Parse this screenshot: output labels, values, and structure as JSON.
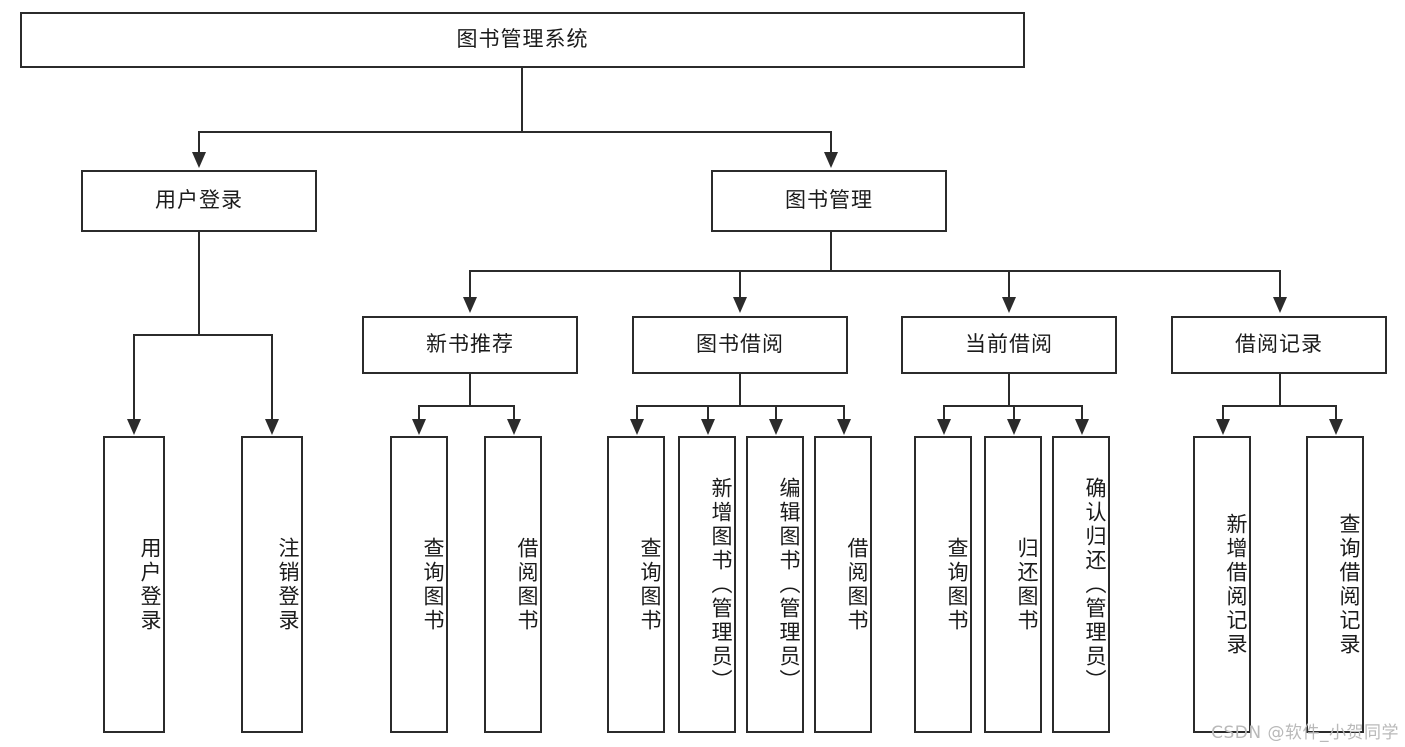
{
  "diagram": {
    "title_node": {
      "label": "图书管理系统"
    },
    "level2": [
      {
        "id": "user-login",
        "label": "用户登录"
      },
      {
        "id": "book-management",
        "label": "图书管理"
      }
    ],
    "level3": [
      {
        "id": "new-book-recommend",
        "label": "新书推荐"
      },
      {
        "id": "book-borrow",
        "label": "图书借阅"
      },
      {
        "id": "current-borrow",
        "label": "当前借阅"
      },
      {
        "id": "borrow-record",
        "label": "借阅记录"
      }
    ],
    "leaves": [
      {
        "id": "leaf-user-login",
        "label": "用户登录"
      },
      {
        "id": "leaf-logout-login",
        "label": "注销登录"
      },
      {
        "id": "leaf-query-book-1",
        "label": "查询图书"
      },
      {
        "id": "leaf-borrow-book-1",
        "label": "借阅图书"
      },
      {
        "id": "leaf-query-book-2",
        "label": "查询图书"
      },
      {
        "id": "leaf-add-book",
        "label": "新增图书（管理员）"
      },
      {
        "id": "leaf-edit-book",
        "label": "编辑图书（管理员）"
      },
      {
        "id": "leaf-borrow-book-2",
        "label": "借阅图书"
      },
      {
        "id": "leaf-query-book-3",
        "label": "查询图书"
      },
      {
        "id": "leaf-return-book",
        "label": "归还图书"
      },
      {
        "id": "leaf-confirm-return",
        "label": "确认归还（管理员）"
      },
      {
        "id": "leaf-add-record",
        "label": "新增借阅记录"
      },
      {
        "id": "leaf-query-record",
        "label": "查询借阅记录"
      }
    ]
  },
  "watermark": {
    "text": "CSDN @软件_小贺同学"
  },
  "colors": {
    "stroke": "#2b2b2b",
    "background": "#ffffff",
    "text": "#1b1b1b",
    "watermark": "#b9b9b9"
  }
}
